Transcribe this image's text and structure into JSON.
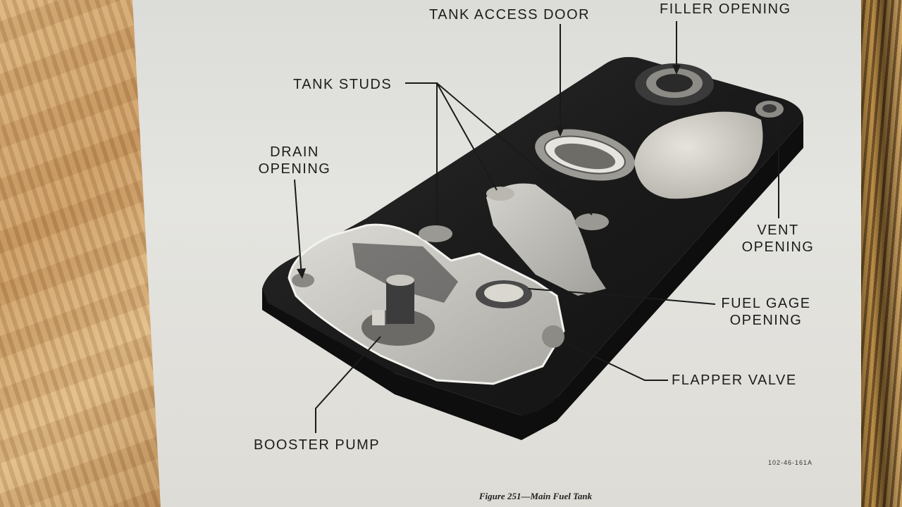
{
  "labels": {
    "tank_access_door": "TANK ACCESS DOOR",
    "filler_opening": "FILLER OPENING",
    "tank_studs": "TANK STUDS",
    "drain_opening": [
      "DRAIN",
      "OPENING"
    ],
    "vent_opening": [
      "VENT",
      "OPENING"
    ],
    "fuel_gage_opening": [
      "FUEL GAGE",
      "OPENING"
    ],
    "flapper_valve": "FLAPPER VALVE",
    "booster_pump": "BOOSTER PUMP"
  },
  "plate_code": "102-46-161A",
  "caption": "Figure 251—Main Fuel Tank",
  "colors": {
    "tank_dark": "#1c1c1c",
    "tank_cutaway": "#c8c6c0",
    "paper": "#e2e2de",
    "ink": "#1d1d1d"
  }
}
